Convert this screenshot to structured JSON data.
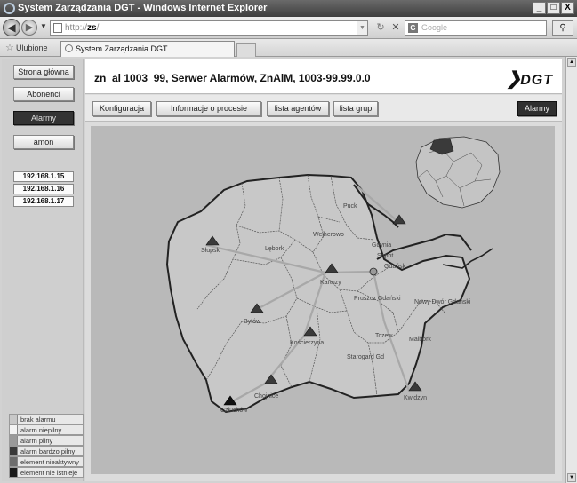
{
  "window": {
    "title": "System Zarządzania DGT - Windows Internet Explorer",
    "controls": [
      "_",
      "□",
      "X"
    ]
  },
  "address": {
    "url_prefix": "http://",
    "url_host": "zs",
    "url_rest": "/",
    "search_placeholder": "Google"
  },
  "favorites": {
    "label": "Ulubione",
    "tab_title": "System Zarządzania DGT"
  },
  "sidebar": {
    "buttons": [
      "Strona główna",
      "Abonenci",
      "Alarmy",
      "amon"
    ],
    "active": "Alarmy",
    "hosts": [
      "192.168.1.15",
      "192.168.1.16",
      "192.168.1.17"
    ]
  },
  "legend": [
    {
      "label": "brak alarmu",
      "color": "#c8c8c8"
    },
    {
      "label": "alarm niepilny",
      "color": "#f3f3f3"
    },
    {
      "label": "alarm pilny",
      "color": "#9a9a9a"
    },
    {
      "label": "alarm bardzo pilny",
      "color": "#3a3a3a"
    },
    {
      "label": "element nieaktywny",
      "color": "#6d6d6d"
    },
    {
      "label": "element nie istnieje",
      "color": "#1a1a1a"
    }
  ],
  "header": {
    "title": "zn_al 1003_99, Serwer Alarmów, ZnAlM, 1003-99.99.0.0",
    "logo": "DGT"
  },
  "tabs": {
    "items": [
      "Konfiguracja",
      "Informacje o procesie",
      "lista agentów",
      "lista grup"
    ],
    "alarm_label": "Alarmy"
  },
  "map": {
    "cities": [
      "Puck",
      "Wejherowo",
      "Gdynia",
      "Sopot",
      "Gdańsk",
      "Słupsk",
      "Lębork",
      "Kartuzy",
      "Pruszcz Gdański",
      "Nowy Dwór Gdański",
      "Bytów",
      "Kościerzyna",
      "Tczew",
      "Malbork",
      "Starogard Gd",
      "Człuchów",
      "Chojnice",
      "Kwidzyn"
    ]
  }
}
